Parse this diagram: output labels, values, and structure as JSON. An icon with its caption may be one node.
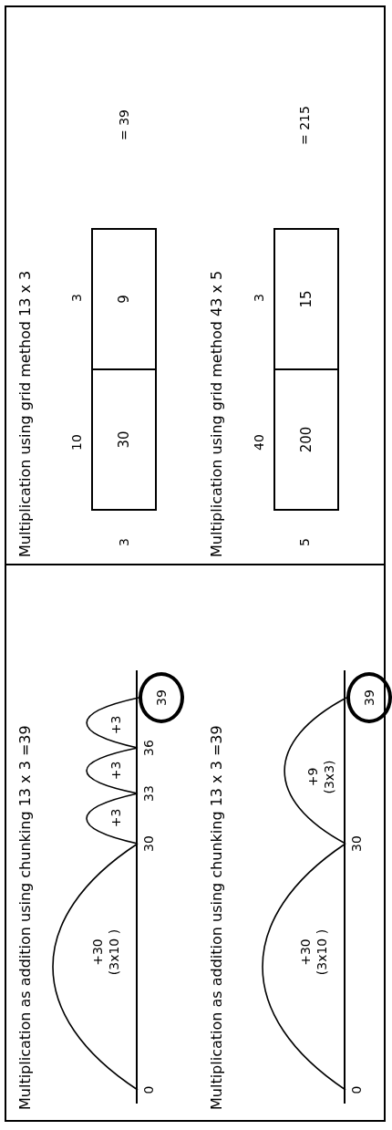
{
  "diagram": {
    "nodes": [
      {
        "text": [
          "0"
        ]
      },
      {
        "text": [
          "30"
        ]
      },
      {
        "text": [
          "33"
        ]
      },
      {
        "text": [
          "36"
        ]
      },
      {
        "text": [
          "39"
        ]
      },
      {
        "text": [
          "0"
        ]
      },
      {
        "text": [
          "30"
        ]
      },
      {
        "text": [
          "39"
        ]
      },
      {
        "text": [
          "30"
        ]
      },
      {
        "text": [
          "9"
        ]
      },
      {
        "text": [
          "200"
        ]
      },
      {
        "text": [
          "15"
        ]
      }
    ],
    "edges": [
      {
        "from": 0,
        "to": 1,
        "arrow": "none",
        "label": "+30 (3x10 )"
      },
      {
        "from": 1,
        "to": 2,
        "arrow": "none",
        "label": "+3"
      },
      {
        "from": 2,
        "to": 3,
        "arrow": "none",
        "label": "+3"
      },
      {
        "from": 3,
        "to": 4,
        "arrow": "none",
        "label": "+3"
      },
      {
        "from": 5,
        "to": 6,
        "arrow": "none",
        "label": "+30 (3x10 )"
      },
      {
        "from": 6,
        "to": 7,
        "arrow": "none",
        "label": "+9 (3x3)"
      }
    ],
    "labels": [
      "Multiplication as addition using chunking 13 x 3 =39",
      "Multiplication using grid method 13 x 3",
      "10",
      "3",
      "3",
      "= 39",
      "Multiplication as addition using chunking 13 x 3 =39",
      "Multiplication using grid method 43 x 5",
      "40",
      "3",
      "5",
      "= 215"
    ]
  }
}
